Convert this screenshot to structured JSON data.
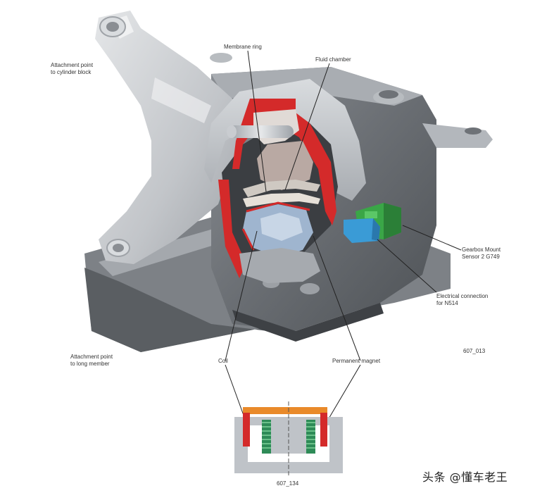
{
  "labels": {
    "attach_cylinder": [
      "Attachment point",
      "to cylinder block"
    ],
    "membrane_ring": "Membrane ring",
    "fluid_chamber": "Fluid chamber",
    "sensor": [
      "Gearbox Mount",
      "Sensor 2 G749"
    ],
    "electrical": [
      "Electrical connection",
      "for N514"
    ],
    "attach_member": [
      "Attachment point",
      "to long member"
    ],
    "coil": "Coil",
    "permanent_magnet": "Permanent magnet"
  },
  "figure_codes": {
    "main": "607_013",
    "detail": "607_134"
  },
  "watermark": "头条 @懂车老王",
  "colors": {
    "metal_light": "#cfd2d6",
    "metal_dark": "#6e7277",
    "cut_red": "#d42a2a",
    "connector_green": "#3aa647",
    "connector_blue": "#3a9bd6",
    "coil_green": "#2e8b57",
    "core_orange": "#e98a2a"
  }
}
